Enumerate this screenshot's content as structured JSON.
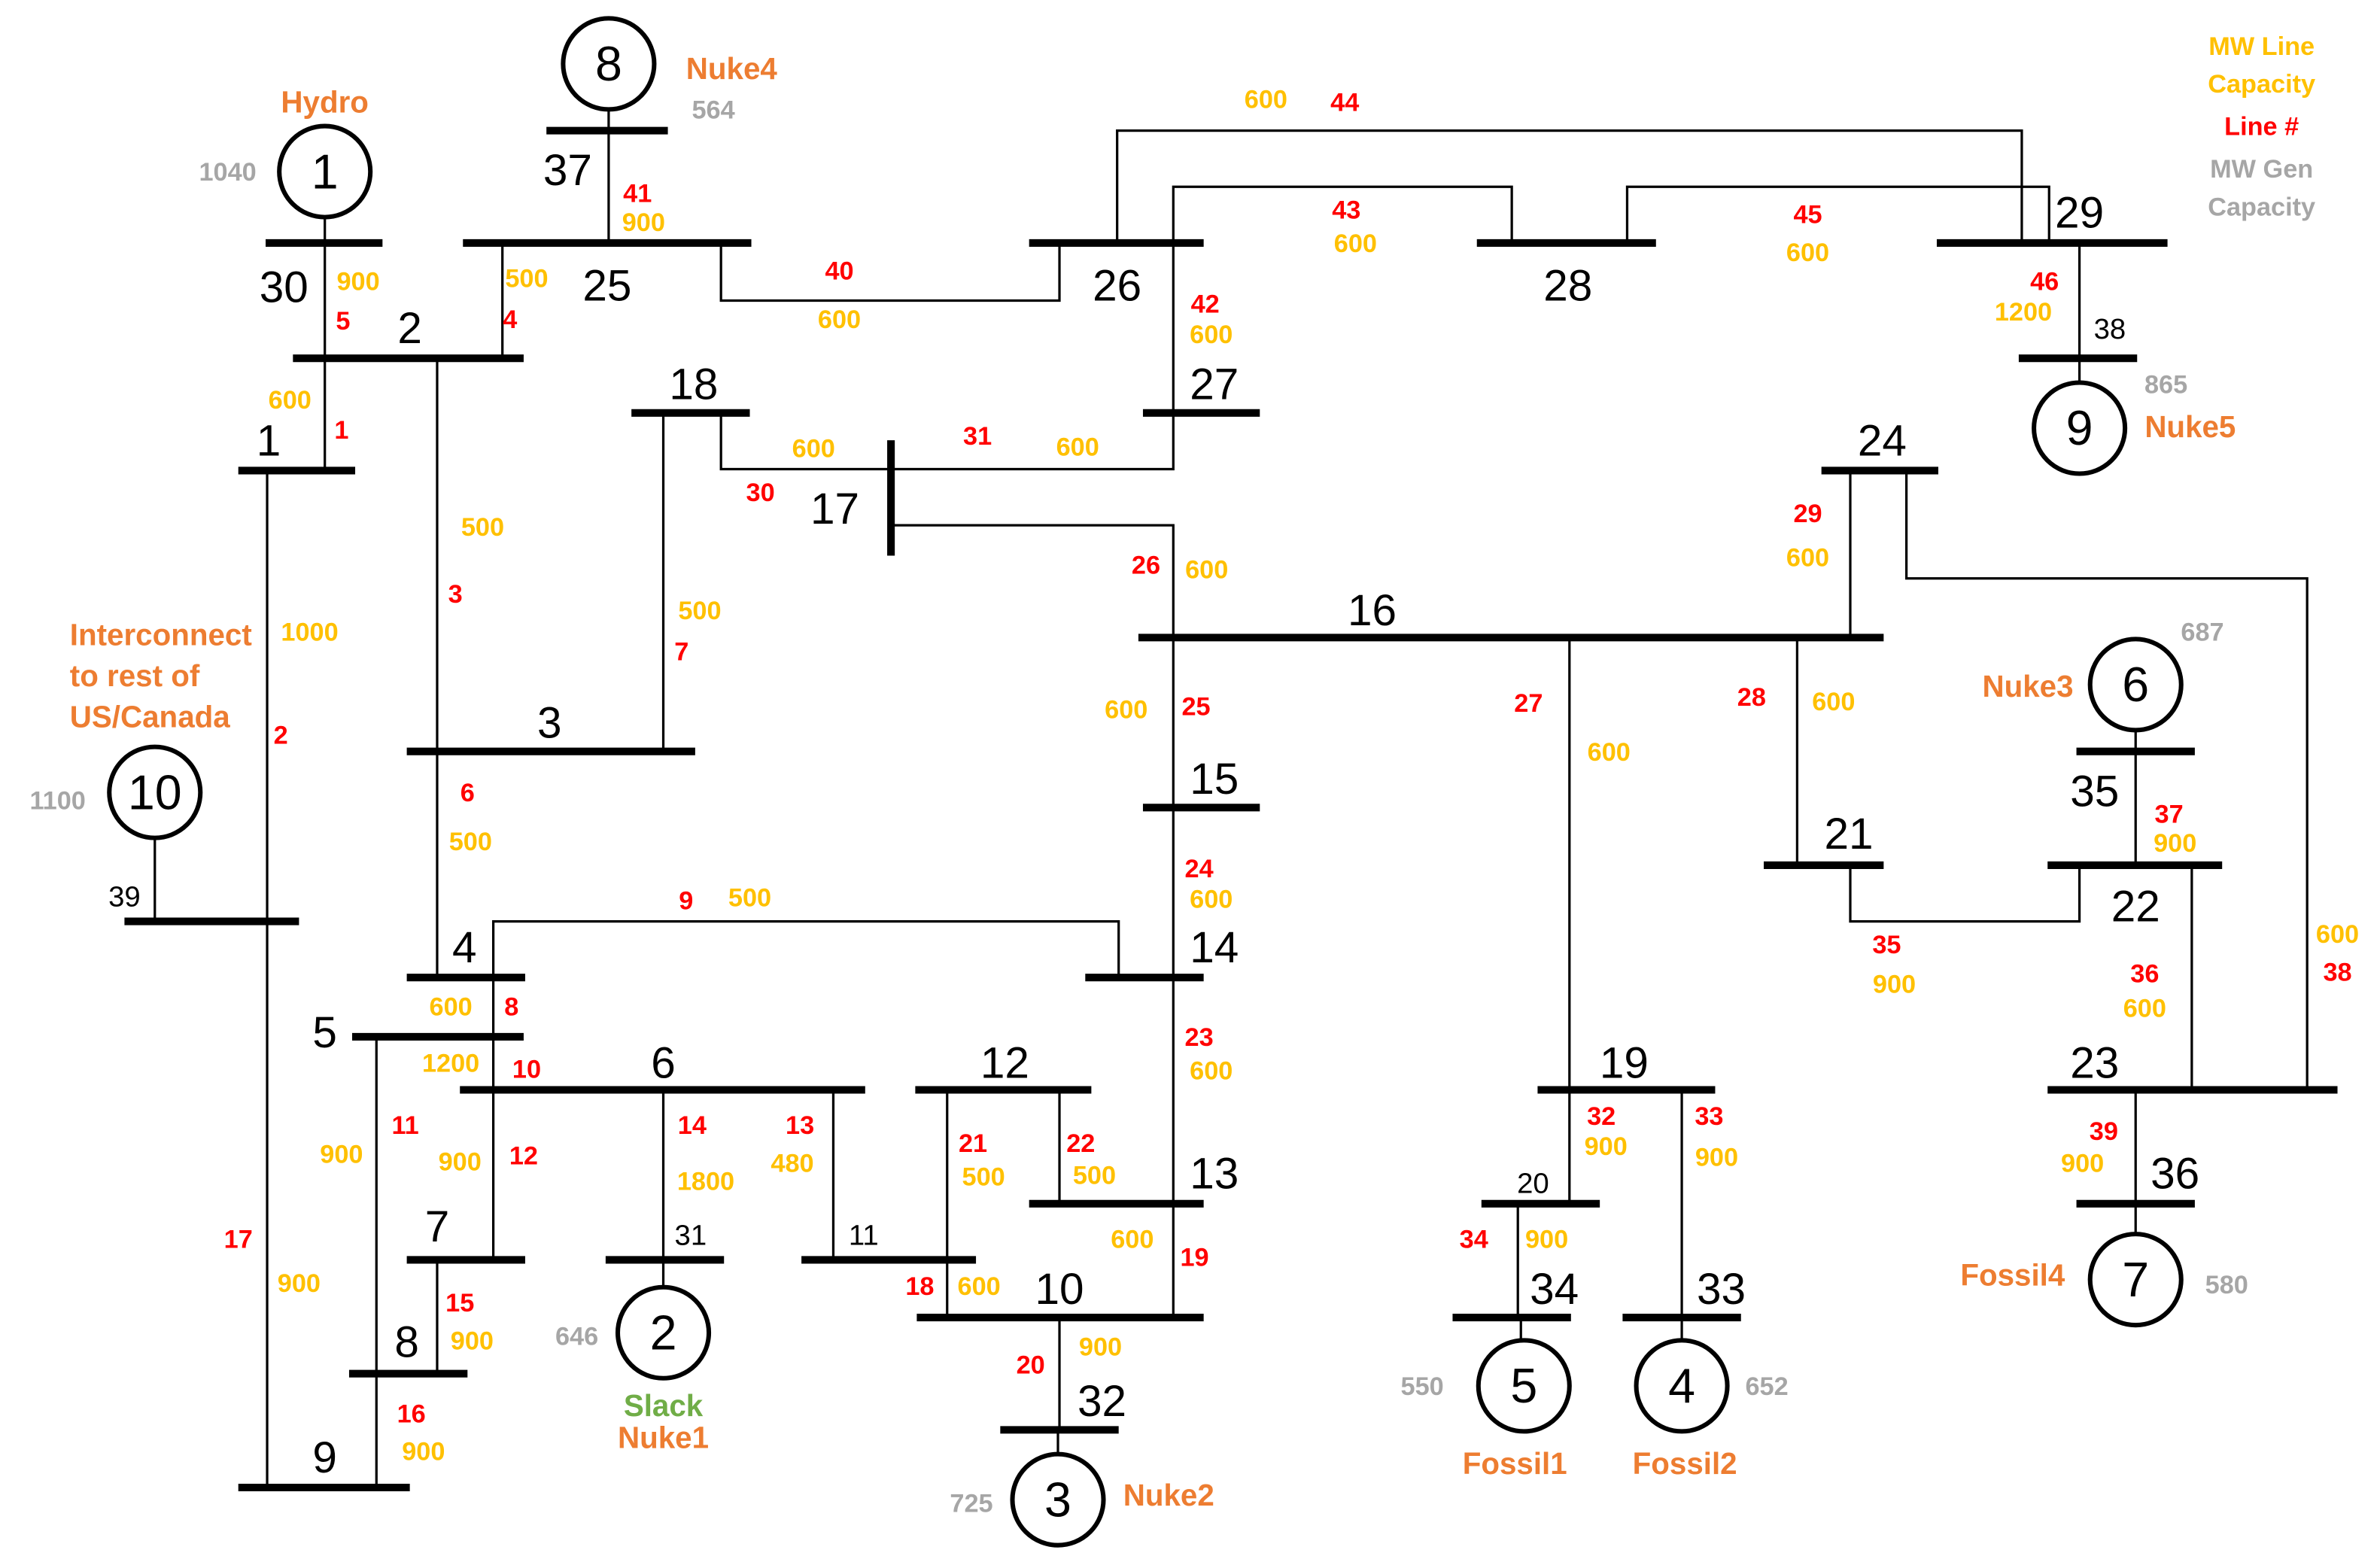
{
  "colors": {
    "line_capacity": "#FFC000",
    "line_number": "#FF0000",
    "gen_capacity": "#A6A6A6",
    "gen_name": "#ED7D31",
    "slack": "#70AD47"
  },
  "legend": {
    "line_capacity": [
      "MW Line",
      "Capacity"
    ],
    "line_number": "Line #",
    "gen_capacity": [
      "MW Gen",
      "Capacity"
    ]
  },
  "buses": {
    "b1": "1",
    "b2": "2",
    "b3": "3",
    "b4": "4",
    "b5": "5",
    "b6": "6",
    "b7": "7",
    "b8": "8",
    "b9": "9",
    "b10": "10",
    "b11": "11",
    "b12": "12",
    "b13": "13",
    "b14": "14",
    "b15": "15",
    "b16": "16",
    "b17": "17",
    "b18": "18",
    "b19": "19",
    "b20": "20",
    "b21": "21",
    "b22": "22",
    "b23": "23",
    "b24": "24",
    "b25": "25",
    "b26": "26",
    "b27": "27",
    "b28": "28",
    "b29": "29",
    "b30": "30",
    "b31": "31",
    "b32": "32",
    "b33": "33",
    "b34": "34",
    "b35": "35",
    "b36": "36",
    "b37": "37",
    "b38": "38",
    "b39": "39"
  },
  "lines": {
    "l1": {
      "number": "1",
      "capacity": "600"
    },
    "l2": {
      "number": "2",
      "capacity": "1000"
    },
    "l3": {
      "number": "3",
      "capacity": "500"
    },
    "l4": {
      "number": "4",
      "capacity": "500"
    },
    "l5": {
      "number": "5",
      "capacity": "900"
    },
    "l6": {
      "number": "6",
      "capacity": "500"
    },
    "l7": {
      "number": "7",
      "capacity": "500"
    },
    "l8": {
      "number": "8",
      "capacity": "600"
    },
    "l9": {
      "number": "9",
      "capacity": "500"
    },
    "l10": {
      "number": "10",
      "capacity": "1200"
    },
    "l11": {
      "number": "11",
      "capacity": "900"
    },
    "l12": {
      "number": "12",
      "capacity": "900"
    },
    "l13": {
      "number": "13",
      "capacity": "480"
    },
    "l14": {
      "number": "14",
      "capacity": "1800"
    },
    "l15": {
      "number": "15",
      "capacity": "900"
    },
    "l16": {
      "number": "16",
      "capacity": "900"
    },
    "l17": {
      "number": "17",
      "capacity": "900"
    },
    "l18": {
      "number": "18",
      "capacity": "600"
    },
    "l19": {
      "number": "19",
      "capacity": "600"
    },
    "l20": {
      "number": "20",
      "capacity": "900"
    },
    "l21": {
      "number": "21",
      "capacity": "500"
    },
    "l22": {
      "number": "22",
      "capacity": "500"
    },
    "l23": {
      "number": "23",
      "capacity": "600"
    },
    "l24": {
      "number": "24",
      "capacity": "600"
    },
    "l25": {
      "number": "25",
      "capacity": "600"
    },
    "l26": {
      "number": "26",
      "capacity": "600"
    },
    "l27": {
      "number": "27",
      "capacity": "600"
    },
    "l28": {
      "number": "28",
      "capacity": "600"
    },
    "l29": {
      "number": "29",
      "capacity": "600"
    },
    "l30": {
      "number": "30",
      "capacity": "600"
    },
    "l31": {
      "number": "31",
      "capacity": "600"
    },
    "l32": {
      "number": "32",
      "capacity": "900"
    },
    "l33": {
      "number": "33",
      "capacity": "900"
    },
    "l34": {
      "number": "34",
      "capacity": "900"
    },
    "l35": {
      "number": "35",
      "capacity": "900"
    },
    "l36": {
      "number": "36",
      "capacity": "600"
    },
    "l37": {
      "number": "37",
      "capacity": "900"
    },
    "l38": {
      "number": "38",
      "capacity": "600"
    },
    "l39": {
      "number": "39",
      "capacity": "900"
    },
    "l40": {
      "number": "40",
      "capacity": "600"
    },
    "l41": {
      "number": "41",
      "capacity": "900"
    },
    "l42": {
      "number": "42",
      "capacity": "600"
    },
    "l43": {
      "number": "43",
      "capacity": "600"
    },
    "l44": {
      "number": "44",
      "capacity": "600"
    },
    "l45": {
      "number": "45",
      "capacity": "600"
    },
    "l46": {
      "number": "46",
      "capacity": "1200"
    }
  },
  "generators": {
    "g1": {
      "number": "1",
      "name": "Hydro",
      "capacity": "1040"
    },
    "g2": {
      "number": "2",
      "role": "Slack",
      "name": "Nuke1",
      "capacity": "646"
    },
    "g3": {
      "number": "3",
      "name": "Nuke2",
      "capacity": "725"
    },
    "g4": {
      "number": "4",
      "name": "Fossil2",
      "capacity": "652"
    },
    "g5": {
      "number": "5",
      "name": "Fossil1",
      "capacity": "550"
    },
    "g6": {
      "number": "6",
      "name": "Nuke3",
      "capacity": "687"
    },
    "g7": {
      "number": "7",
      "name": "Fossil4",
      "capacity": "580"
    },
    "g8": {
      "number": "8",
      "name": "Nuke4",
      "capacity": "564"
    },
    "g9": {
      "number": "9",
      "name": "Nuke5",
      "capacity": "865"
    },
    "g10": {
      "number": "10",
      "name_lines": [
        "Interconnect",
        "to rest of",
        "US/Canada"
      ],
      "capacity": "1100"
    }
  }
}
